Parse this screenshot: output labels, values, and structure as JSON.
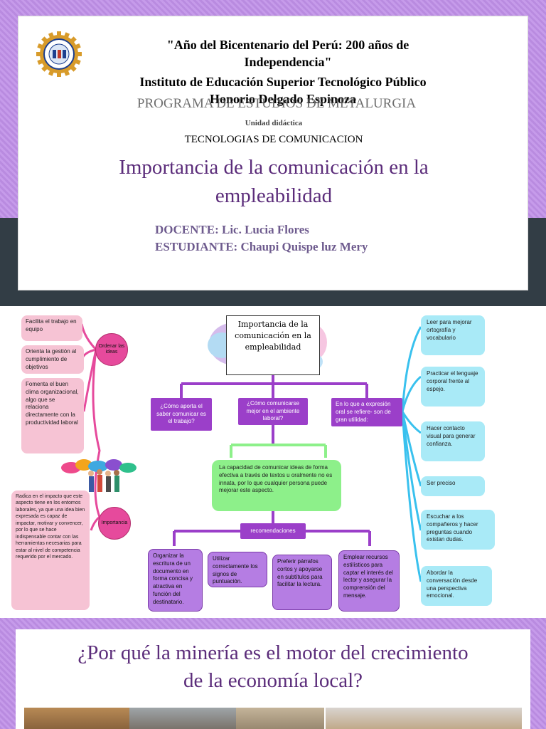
{
  "slide1": {
    "line1": "\"Año del Bicentenario del Perú: 200 años de",
    "line2": "Independencia\"",
    "institute_line1": "Instituto de Educación Superior Tecnológico Público",
    "institute_line2": "Honorio Delgado Espinoza",
    "program": "PROGRAMA DE ESTUDIOS DE METALURGIA",
    "unit_label": "Unidad didáctica",
    "unit_name": "TECNOLOGIAS DE COMUNICACION",
    "title_line1": "Importancia de la comunicación en la",
    "title_line2": "empleabilidad",
    "teacher": "DOCENTE: Lic. Lucia Flores",
    "student": "ESTUDIANTE: Chaupi Quispe luz Mery",
    "colors": {
      "title": "#5b2c7a",
      "people": "#6e5b8e",
      "accent_band": "#b98be0",
      "dark_band": "#323d45"
    }
  },
  "slide2": {
    "title": "Importancia de la comunicación en la empleabilidad",
    "questions": [
      "¿Cómo aporta el saber comunicar es el trabajo?",
      "¿Cómo comunicarse mejor en el ambiente laboral?",
      "En lo que a expresión oral se refiere- son de gran utilidad:"
    ],
    "green_box": "La capacidad de comunicar ideas de forma efectiva a través de textos u oralmente no es innata, por lo que cualquier persona puede mejorar este aspecto.",
    "recommendations_label": "recomendaciones",
    "recommendations": [
      "Organizar la escritura de un documento en forma concisa y atractiva en función del destinatario.",
      "Utilizar correctamente los signos de puntuación.",
      "Preferir párrafos cortos y apoyarse en subtítulos para facilitar la lectura.",
      "Emplear recursos estilísticos para captar el interés del lector y asegurar la comprensión del mensaje."
    ],
    "circle_order": "Ordenar las ideas",
    "circle_importance": "Importancia",
    "left_boxes": [
      "Facilita el trabajo en equipo",
      "Orienta la gestión al cumplimiento de objetivos",
      "Fomenta el buen clima organizacional, algo que se relaciona directamente con la productividad laboral",
      "Radica en el impacto que este aspecto tiene en los entornos laborales, ya que una idea bien expresada es capaz de impactar, motivar y convencer, por lo que se hace indispensable contar con las herramientas necesarias para estar al nivel de competencia requerido por el mercado."
    ],
    "right_boxes": [
      "Leer para mejorar ortografía y vocabulario",
      "Practicar el lenguaje corporal frente al espejo.",
      "Hacer contacto visual para generar confianza.",
      "Ser preciso",
      "Escuchar a los compañeros y hacer preguntas cuando existan dudas.",
      "Abordar la conversación desde una perspectiva emocional."
    ],
    "colors": {
      "purple": "#9b3fc9",
      "cyan_line": "#39c1ee",
      "pink_line": "#e64a9c",
      "green_line": "#8df08a"
    }
  },
  "slide3": {
    "title_line1": "¿Por qué la minería es el motor del crecimiento",
    "title_line2": "de la economía local?"
  }
}
